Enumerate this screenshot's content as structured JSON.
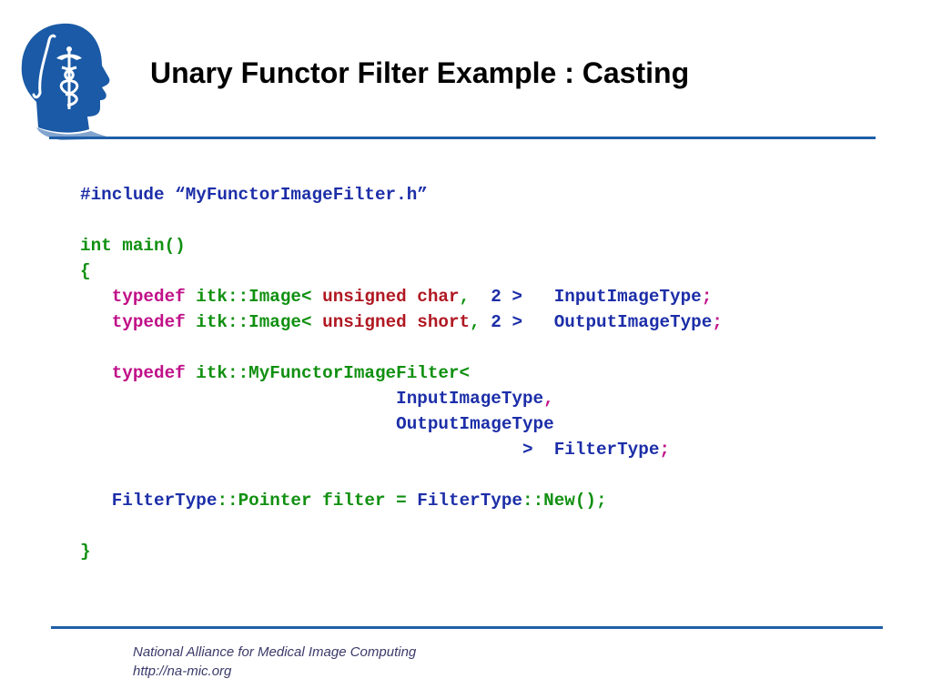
{
  "slide": {
    "title": "Unary Functor Filter Example : Casting",
    "colors": {
      "rule": "#1f5fa8",
      "logo": "#1a5aa6"
    }
  },
  "code": [
    {
      "segments": [
        {
          "text": "#include “MyFunctorImageFilter.h”",
          "color": "blue"
        }
      ]
    },
    {
      "segments": []
    },
    {
      "segments": [
        {
          "text": "int main()",
          "color": "green"
        }
      ]
    },
    {
      "segments": [
        {
          "text": "{",
          "color": "green"
        }
      ]
    },
    {
      "segments": [
        {
          "text": "   ",
          "color": "green"
        },
        {
          "text": "typedef",
          "color": "magenta"
        },
        {
          "text": " itk::Image< ",
          "color": "green"
        },
        {
          "text": "unsigned char",
          "color": "red"
        },
        {
          "text": ",  ",
          "color": "green"
        },
        {
          "text": "2 >",
          "color": "blue"
        },
        {
          "text": "   ",
          "color": "green"
        },
        {
          "text": "InputImageType",
          "color": "blue"
        },
        {
          "text": ";",
          "color": "magenta"
        }
      ]
    },
    {
      "segments": [
        {
          "text": "   ",
          "color": "green"
        },
        {
          "text": "typedef",
          "color": "magenta"
        },
        {
          "text": " itk::Image< ",
          "color": "green"
        },
        {
          "text": "unsigned short",
          "color": "red"
        },
        {
          "text": ", ",
          "color": "green"
        },
        {
          "text": "2 >",
          "color": "blue"
        },
        {
          "text": "   ",
          "color": "green"
        },
        {
          "text": "OutputImageType",
          "color": "blue"
        },
        {
          "text": ";",
          "color": "magenta"
        }
      ]
    },
    {
      "segments": []
    },
    {
      "segments": [
        {
          "text": "   ",
          "color": "green"
        },
        {
          "text": "typedef",
          "color": "magenta"
        },
        {
          "text": " itk::MyFunctorImageFilter<",
          "color": "green"
        }
      ]
    },
    {
      "segments": [
        {
          "text": "                              ",
          "color": "green"
        },
        {
          "text": "InputImageType",
          "color": "blue"
        },
        {
          "text": ",",
          "color": "magenta"
        }
      ]
    },
    {
      "segments": [
        {
          "text": "                              ",
          "color": "green"
        },
        {
          "text": "OutputImageType",
          "color": "blue"
        }
      ]
    },
    {
      "segments": [
        {
          "text": "                                          ",
          "color": "green"
        },
        {
          "text": ">  ",
          "color": "blue"
        },
        {
          "text": "FilterType",
          "color": "blue"
        },
        {
          "text": ";",
          "color": "magenta"
        }
      ]
    },
    {
      "segments": []
    },
    {
      "segments": [
        {
          "text": "   ",
          "color": "green"
        },
        {
          "text": "FilterType",
          "color": "blue"
        },
        {
          "text": "::Pointer filter = ",
          "color": "green"
        },
        {
          "text": "FilterType",
          "color": "blue"
        },
        {
          "text": "::New();",
          "color": "green"
        }
      ]
    },
    {
      "segments": []
    },
    {
      "segments": [
        {
          "text": "}",
          "color": "green"
        }
      ]
    }
  ],
  "footer": {
    "line1": "National Alliance for Medical Image Computing",
    "line2": "http://na-mic.org"
  }
}
